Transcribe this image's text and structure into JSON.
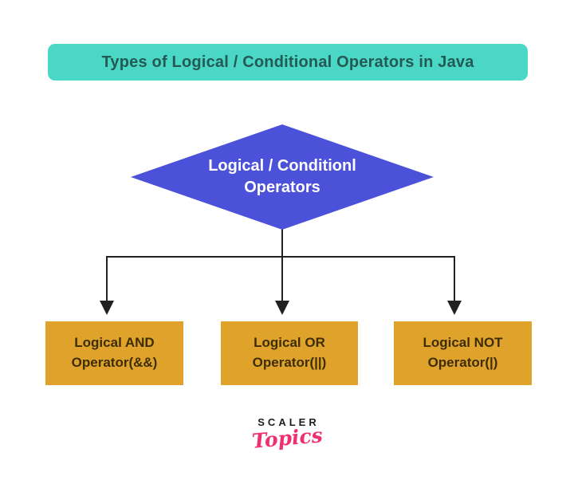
{
  "banner": {
    "title": "Types of Logical / Conditional Operators in Java"
  },
  "diamond": {
    "line1": "Logical / Conditionl",
    "line2": "Operators"
  },
  "boxes": [
    {
      "line1": "Logical AND",
      "line2": "Operator(&&)"
    },
    {
      "line1": "Logical OR",
      "line2": "Operator(||)"
    },
    {
      "line1": "Logical NOT",
      "line2": "Operator(|)"
    }
  ],
  "logo": {
    "brand": "SCALER",
    "sub": "Topics"
  },
  "colors": {
    "banner_bg": "#4bd7c5",
    "banner_text": "#235a54",
    "diamond_bg": "#4b52d9",
    "diamond_text": "#ffffff",
    "box_bg": "#dfa32b",
    "box_text": "#3e2d07",
    "connector": "#212121",
    "logo_brand": "#1d1d1d",
    "logo_sub": "#ef2f6e"
  }
}
